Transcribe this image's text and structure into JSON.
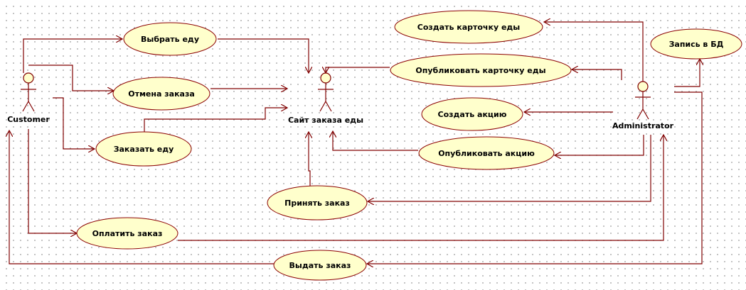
{
  "diagram": {
    "colors": {
      "line": "#800000",
      "usecase_fill": "#ffffcc",
      "usecase_border": "#8b0000",
      "grid": "#b0b0b0"
    },
    "actors": {
      "customer": {
        "label": "Customer"
      },
      "site": {
        "label": "Сайт заказа еды"
      },
      "admin": {
        "label": "Administrator"
      }
    },
    "use_cases": {
      "choose_food": "Выбрать еду",
      "cancel_order": "Отмена заказа",
      "order_food": "Заказать еду",
      "pay_order": "Оплатить заказ",
      "issue_order": "Выдать заказ",
      "accept_order": "Принять заказ",
      "create_card": "Создать карточку еды",
      "publish_card": "Опубликовать карточку еды",
      "create_promo": "Создать акцию",
      "publish_promo": "Опубликовать акцию",
      "db_write": "Запись в БД"
    }
  }
}
